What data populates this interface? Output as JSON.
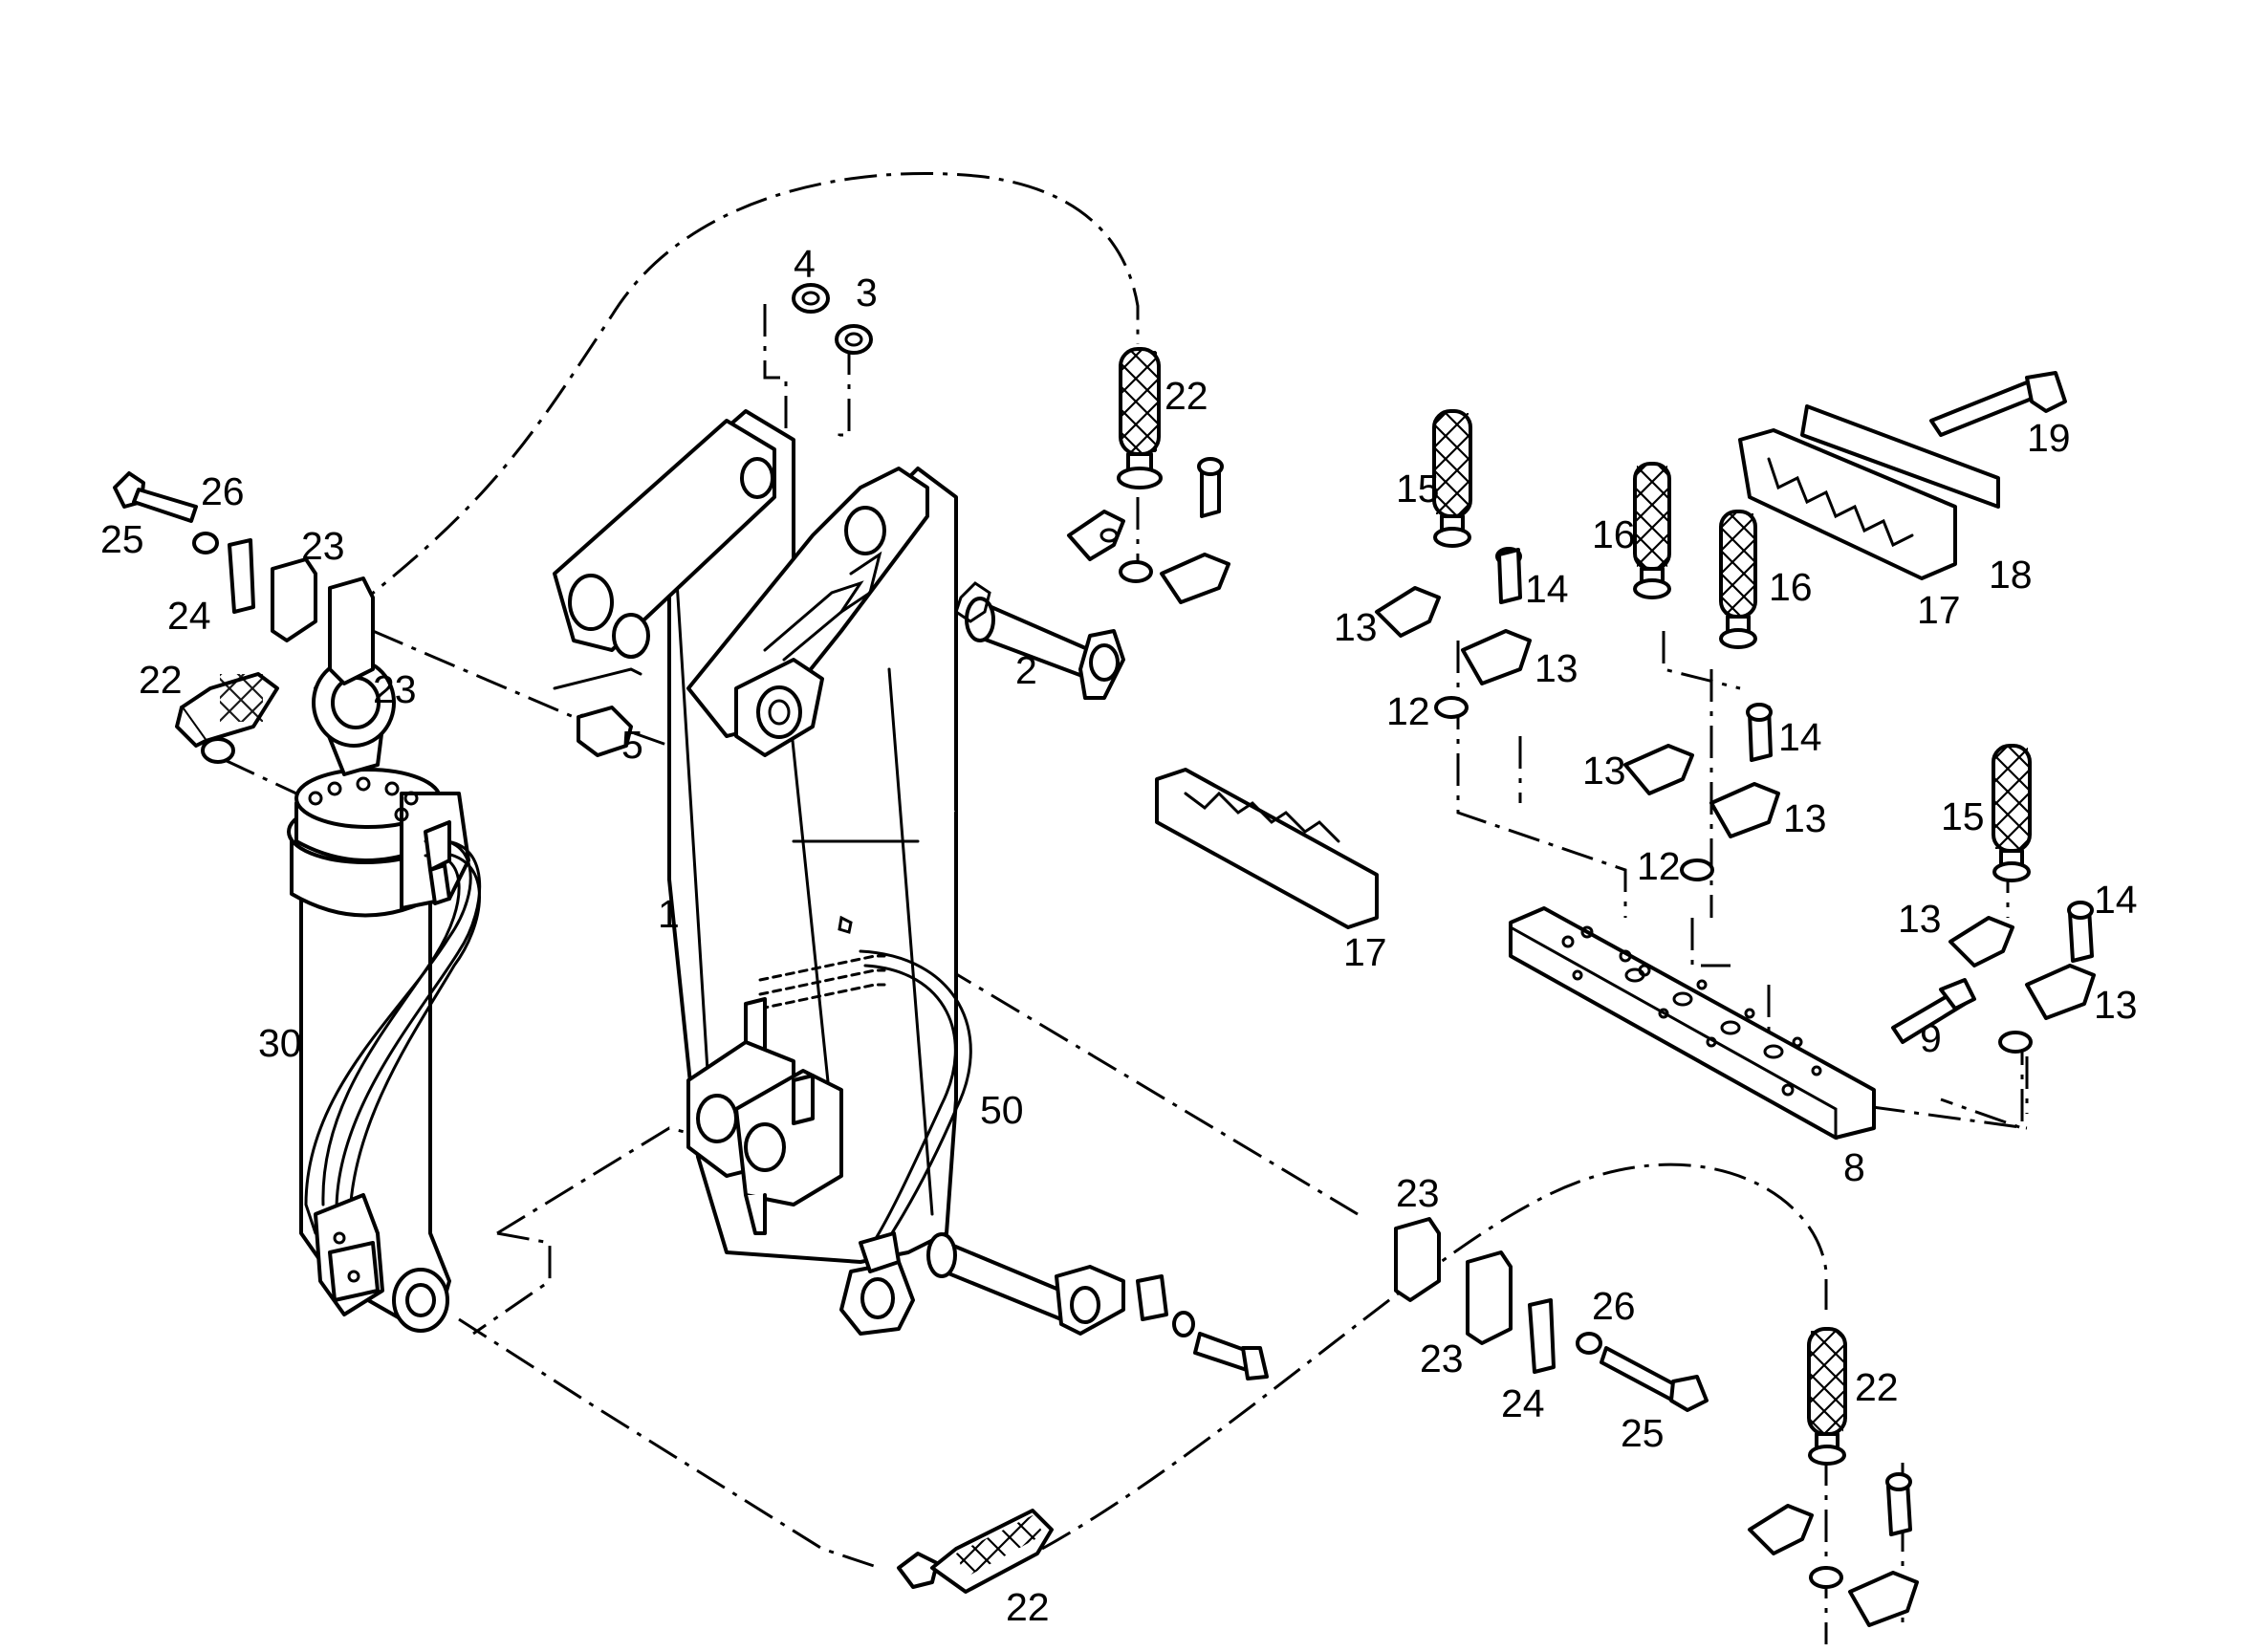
{
  "callouts": [
    {
      "id": "c-4",
      "text": "4"
    },
    {
      "id": "c-3",
      "text": "3"
    },
    {
      "id": "c-22-a",
      "text": "22"
    },
    {
      "id": "c-26-a",
      "text": "26"
    },
    {
      "id": "c-25-a",
      "text": "25"
    },
    {
      "id": "c-23-a",
      "text": "23"
    },
    {
      "id": "c-24-a",
      "text": "24"
    },
    {
      "id": "c-22-b",
      "text": "22"
    },
    {
      "id": "c-23-b",
      "text": "23"
    },
    {
      "id": "c-5",
      "text": "5"
    },
    {
      "id": "c-2",
      "text": "2"
    },
    {
      "id": "c-1",
      "text": "1"
    },
    {
      "id": "c-30",
      "text": "30"
    },
    {
      "id": "c-50",
      "text": "50"
    },
    {
      "id": "c-15-a",
      "text": "15"
    },
    {
      "id": "c-14-a",
      "text": "14"
    },
    {
      "id": "c-13-a",
      "text": "13"
    },
    {
      "id": "c-13-b",
      "text": "13"
    },
    {
      "id": "c-12-a",
      "text": "12"
    },
    {
      "id": "c-16-a",
      "text": "16"
    },
    {
      "id": "c-16-b",
      "text": "16"
    },
    {
      "id": "c-19",
      "text": "19"
    },
    {
      "id": "c-18",
      "text": "18"
    },
    {
      "id": "c-17-a",
      "text": "17"
    },
    {
      "id": "c-14-b",
      "text": "14"
    },
    {
      "id": "c-13-c",
      "text": "13"
    },
    {
      "id": "c-13-d",
      "text": "13"
    },
    {
      "id": "c-12-b",
      "text": "12"
    },
    {
      "id": "c-17-b",
      "text": "17"
    },
    {
      "id": "c-15-b",
      "text": "15"
    },
    {
      "id": "c-14-c",
      "text": "14"
    },
    {
      "id": "c-13-e",
      "text": "13"
    },
    {
      "id": "c-13-f",
      "text": "13"
    },
    {
      "id": "c-9",
      "text": "9"
    },
    {
      "id": "c-8",
      "text": "8"
    },
    {
      "id": "c-23-c",
      "text": "23"
    },
    {
      "id": "c-23-d",
      "text": "23"
    },
    {
      "id": "c-26-b",
      "text": "26"
    },
    {
      "id": "c-24-b",
      "text": "24"
    },
    {
      "id": "c-25-b",
      "text": "25"
    },
    {
      "id": "c-22-c",
      "text": "22"
    },
    {
      "id": "c-22-d",
      "text": "22"
    }
  ]
}
